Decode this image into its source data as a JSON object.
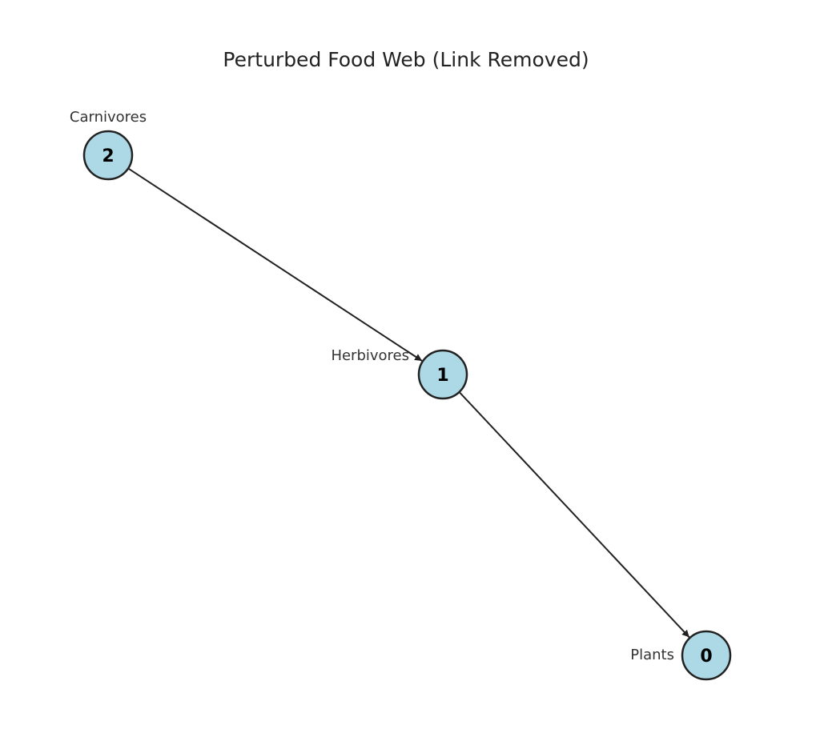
{
  "title": "Perturbed Food Web (Link Removed)",
  "colors": {
    "node_fill": "#add8e6",
    "node_stroke": "#222222",
    "edge": "#222222"
  },
  "nodes": [
    {
      "id": "0",
      "label": "Plants"
    },
    {
      "id": "1",
      "label": "Herbivores"
    },
    {
      "id": "2",
      "label": "Carnivores"
    }
  ],
  "edges": [
    {
      "source": "2",
      "target": "1"
    },
    {
      "source": "1",
      "target": "0"
    }
  ]
}
